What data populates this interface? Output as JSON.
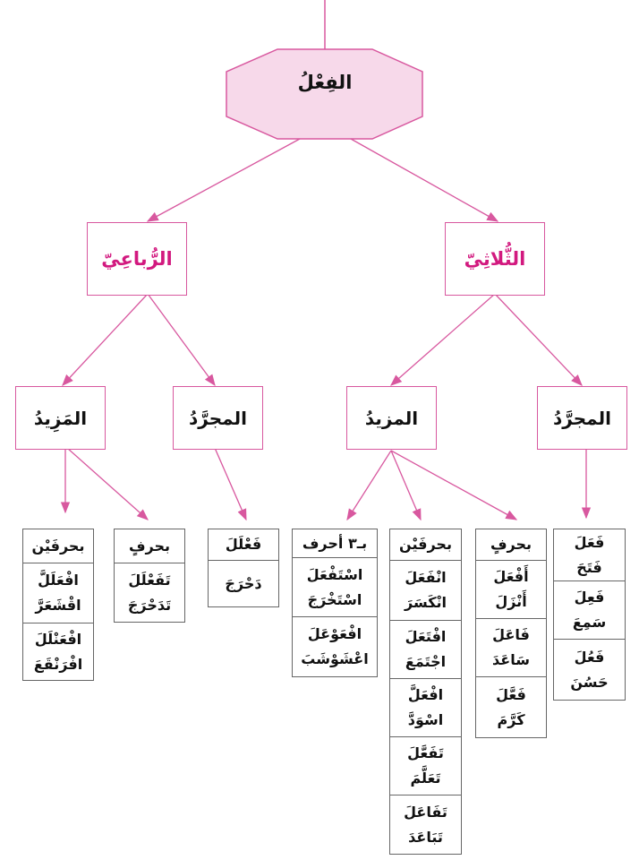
{
  "root": {
    "label": "الفِعْلُ"
  },
  "level2": {
    "rubaai": "الرُّباعِيّ",
    "thulathi": "الثُّلاثِيّ"
  },
  "level3": {
    "rubaai_mazeed": "المَزِيدُ",
    "rubaai_mujarrad": "المجرَّدُ",
    "thulathi_mazeed": "المزيدُ",
    "thulathi_mujarrad": "المجرَّدُ"
  },
  "colors": {
    "accent": "#d2197f",
    "hex_fill": "#f7d9ea",
    "line": "#d8589f"
  },
  "columns": [
    {
      "id": "rubaai-mazeed-2",
      "cells": [
        [
          "بحرفَيْن"
        ],
        [
          "افْعَلَلَّ",
          "اقْشَعَرَّ"
        ],
        [
          "افْعَنْلَلَ",
          "افْرَنْقَعَ"
        ]
      ]
    },
    {
      "id": "rubaai-mazeed-1",
      "cells": [
        [
          "بحرفٍ"
        ],
        [
          "تَفَعْلَلَ",
          "تَدَحْرَجَ"
        ]
      ]
    },
    {
      "id": "rubaai-mujarrad",
      "cells": [
        [
          "فَعْلَلَ"
        ],
        [
          "دَحْرَجَ"
        ]
      ]
    },
    {
      "id": "thulathi-mazeed-3",
      "cells": [
        [
          "بـ٣ أحرف"
        ],
        [
          "اسْتَفْعَلَ",
          "اسْتَخْرَجَ"
        ],
        [
          "افْعَوْعَلَ",
          "اعْشَوْشَبَ"
        ]
      ]
    },
    {
      "id": "thulathi-mazeed-2",
      "cells": [
        [
          "بحرفَيْن"
        ],
        [
          "انْفَعَلَ",
          "انْكَسَرَ"
        ],
        [
          "افْتَعَلَ",
          "اجْتَمَعَ"
        ],
        [
          "افْعَلَّ",
          "اسْوَدَّ"
        ],
        [
          "تَفَعَّلَ",
          "تَعَلَّمَ"
        ],
        [
          "تَفَاعَلَ",
          "تَبَاعَدَ"
        ]
      ]
    },
    {
      "id": "thulathi-mazeed-1",
      "cells": [
        [
          "بحرفٍ"
        ],
        [
          "أَفْعَلَ",
          "أَنْزَلَ"
        ],
        [
          "فَاعَلَ",
          "سَاعَدَ"
        ],
        [
          "فَعَّلَ",
          "كَرَّمَ"
        ]
      ]
    },
    {
      "id": "thulathi-mujarrad",
      "cells": [
        [
          "فَعَلَ",
          "فَتَحَ"
        ],
        [
          "فَعِلَ",
          "سَمِعَ"
        ],
        [
          "فَعُلَ",
          "حَسُنَ"
        ]
      ]
    }
  ]
}
